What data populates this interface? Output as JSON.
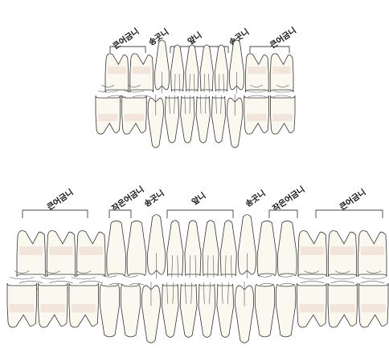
{
  "labels": {
    "molar": "큰어금니",
    "premolar": "작은어금니",
    "canine": "송곳니",
    "incisor": "앞니"
  },
  "primary_arch": {
    "upper": [
      "molar",
      "molar",
      "canine",
      "incisor",
      "incisor",
      "incisor",
      "incisor",
      "canine",
      "molar",
      "molar"
    ],
    "lower": [
      "molar",
      "molar",
      "canine",
      "incisor",
      "incisor",
      "incisor",
      "incisor",
      "canine",
      "molar",
      "molar"
    ]
  },
  "permanent_arch": {
    "upper": [
      "molar",
      "molar",
      "molar",
      "premolar",
      "premolar",
      "canine",
      "incisor",
      "incisor",
      "incisor",
      "incisor",
      "canine",
      "premolar",
      "premolar",
      "molar",
      "molar",
      "molar"
    ],
    "lower": [
      "molar",
      "molar",
      "molar",
      "premolar",
      "premolar",
      "canine",
      "incisor",
      "incisor",
      "incisor",
      "incisor",
      "canine",
      "premolar",
      "premolar",
      "molar",
      "molar",
      "molar"
    ]
  },
  "colors": {
    "tooth_fill": "#fbf8f0",
    "crown_shade": "#f2e6dc",
    "outline": "#333333"
  }
}
